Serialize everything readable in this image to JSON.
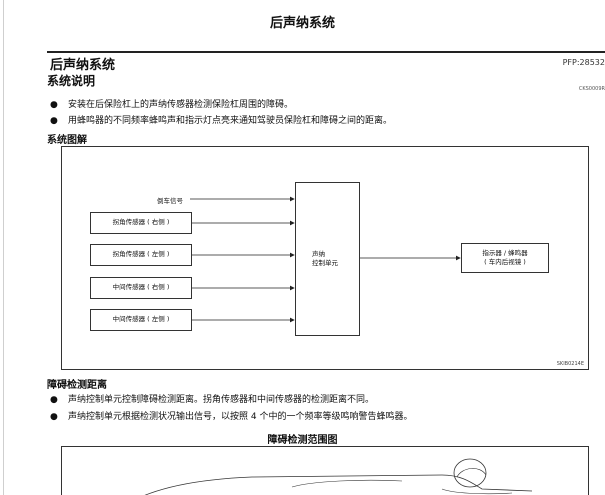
{
  "page_title": "后声纳系统",
  "section": {
    "title": "后声纳系统",
    "code": "PFP:28532"
  },
  "description": {
    "heading": "系统说明",
    "code": "CKS0009R",
    "bullets": [
      "安装在后保险杠上的声纳传感器检测保险杠周围的障碍。",
      "用蜂鸣器的不同频率蜂鸣声和指示灯点亮来通知驾驶员保险杠和障碍之间的距离。"
    ]
  },
  "diagram": {
    "heading": "系统图解",
    "reverse_signal": "倒车信号",
    "sensors": [
      "拐角传感器 ( 右侧 )",
      "拐角传感器 ( 左侧 )",
      "中间传感器 ( 右侧 )",
      "中间传感器 ( 左侧 )"
    ],
    "control_unit": [
      "声纳",
      "控制单元"
    ],
    "indicator": [
      "指示器 / 蜂鸣器",
      "( 车内后视镜 )"
    ],
    "code": "SKIB0214E"
  },
  "obstacle": {
    "heading": "障碍检测距离",
    "bullets": [
      "声纳控制单元控制障碍检测距离。拐角传感器和中间传感器的检测距离不同。",
      "声纳控制单元根据检测状况输出信号，以按照 4 个中的一个频率等级鸣响警告蜂鸣器。"
    ]
  },
  "range_figure": {
    "title": "障碍检测范围图"
  }
}
